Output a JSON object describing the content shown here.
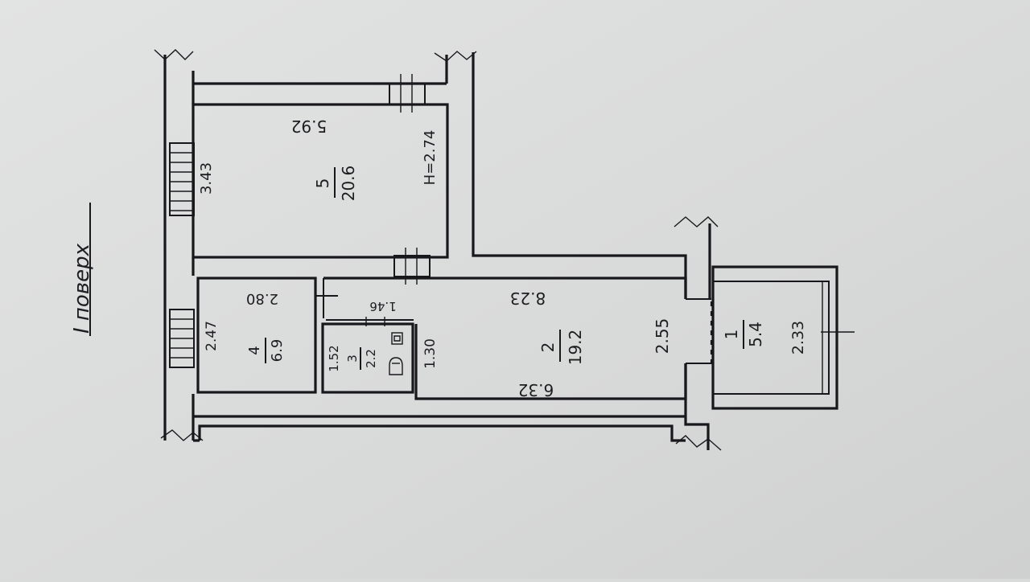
{
  "floor_label": "I поверх",
  "rooms": [
    {
      "number": "5",
      "area": "20.6",
      "length": "5.92",
      "width": "3.43",
      "height": "H=2.74"
    },
    {
      "number": "4",
      "area": "6.9",
      "length": "2.80",
      "width": "2.47"
    },
    {
      "number": "3",
      "area": "2.2",
      "length": "1.46",
      "width": "1.52"
    },
    {
      "number": "2",
      "area": "19.2",
      "length_top": "8.23",
      "length_bottom": "6.32",
      "width_left": "1.30",
      "width_right": "2.55"
    },
    {
      "number": "1",
      "area": "5.4",
      "width": "2.33"
    }
  ],
  "colors": {
    "paper": "#d9dada",
    "ink": "#18181c"
  }
}
